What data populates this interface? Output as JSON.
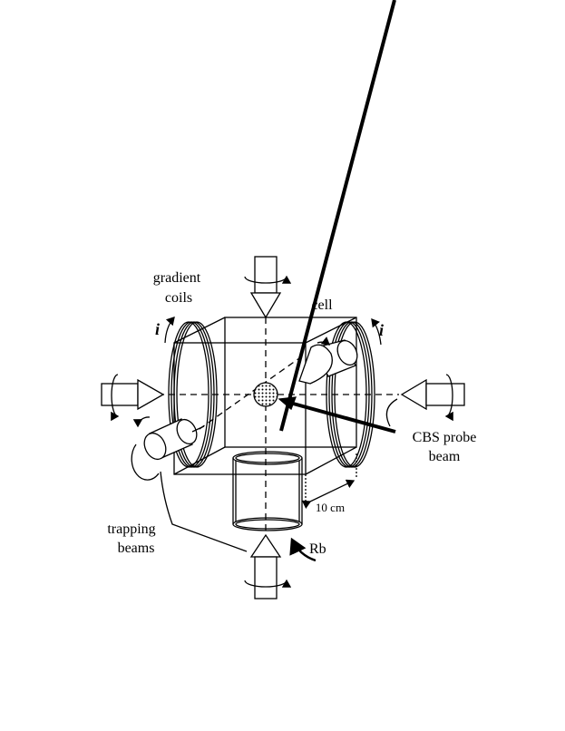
{
  "labels": {
    "gradient_coils": [
      "gradient",
      "coils"
    ],
    "cell": "cell",
    "current_left": "i",
    "current_right": "i",
    "cbs_probe_beam": [
      "CBS probe",
      "beam"
    ],
    "dimension": "10 cm",
    "trapping_beams": [
      "trapping",
      "beams"
    ],
    "rb": "Rb"
  }
}
